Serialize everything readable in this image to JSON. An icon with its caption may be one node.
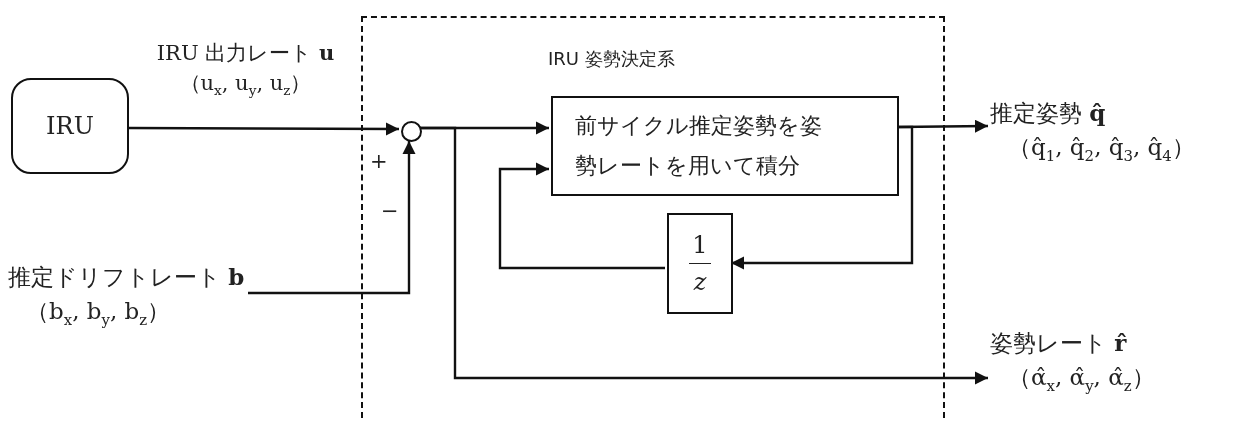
{
  "diagram": {
    "nodes": [
      {
        "text": [
          "IRU 姿勢決定系"
        ]
      },
      {
        "text": [
          "IRU"
        ]
      },
      {
        "text": [],
        "shape": "circle",
        "in": 0
      },
      {
        "text": [
          "前サイクル推定姿勢を姿勢レートを用いて積分"
        ],
        "in": 0
      },
      {
        "text": [
          "1",
          "z"
        ],
        "in": 0
      },
      {
        "text": [
          "推定ドリフトレート **b**",
          "（b$_{x}$, b$_{y}$, b$_{z}$）"
        ]
      },
      {
        "text": [
          "推定姿勢 **q̂**",
          "（q̂$_{1}$, q̂$_{2}$, q̂$_{3}$, q̂$_{4}$）"
        ]
      },
      {
        "text": [
          "姿勢レート **r̂**",
          "（α̂$_{x}$, α̂$_{y}$, α̂$_{z}$）"
        ]
      }
    ],
    "edges": [
      {
        "from": 1,
        "to": 2,
        "arrow": "to",
        "label": "IRU 出力レート **u** （u$_{x}$, u$_{y}$, u$_{z}$）"
      },
      {
        "from": 5,
        "to": 2,
        "arrow": "to"
      },
      {
        "from": 2,
        "to": 3,
        "arrow": "to"
      },
      {
        "from": 3,
        "to": 6,
        "arrow": "to"
      },
      {
        "from": 3,
        "to": 4,
        "arrow": "to"
      },
      {
        "from": 4,
        "to": 3,
        "arrow": "to"
      },
      {
        "from": 2,
        "to": 7,
        "arrow": "to"
      }
    ],
    "labels": [
      "+",
      "−"
    ]
  }
}
